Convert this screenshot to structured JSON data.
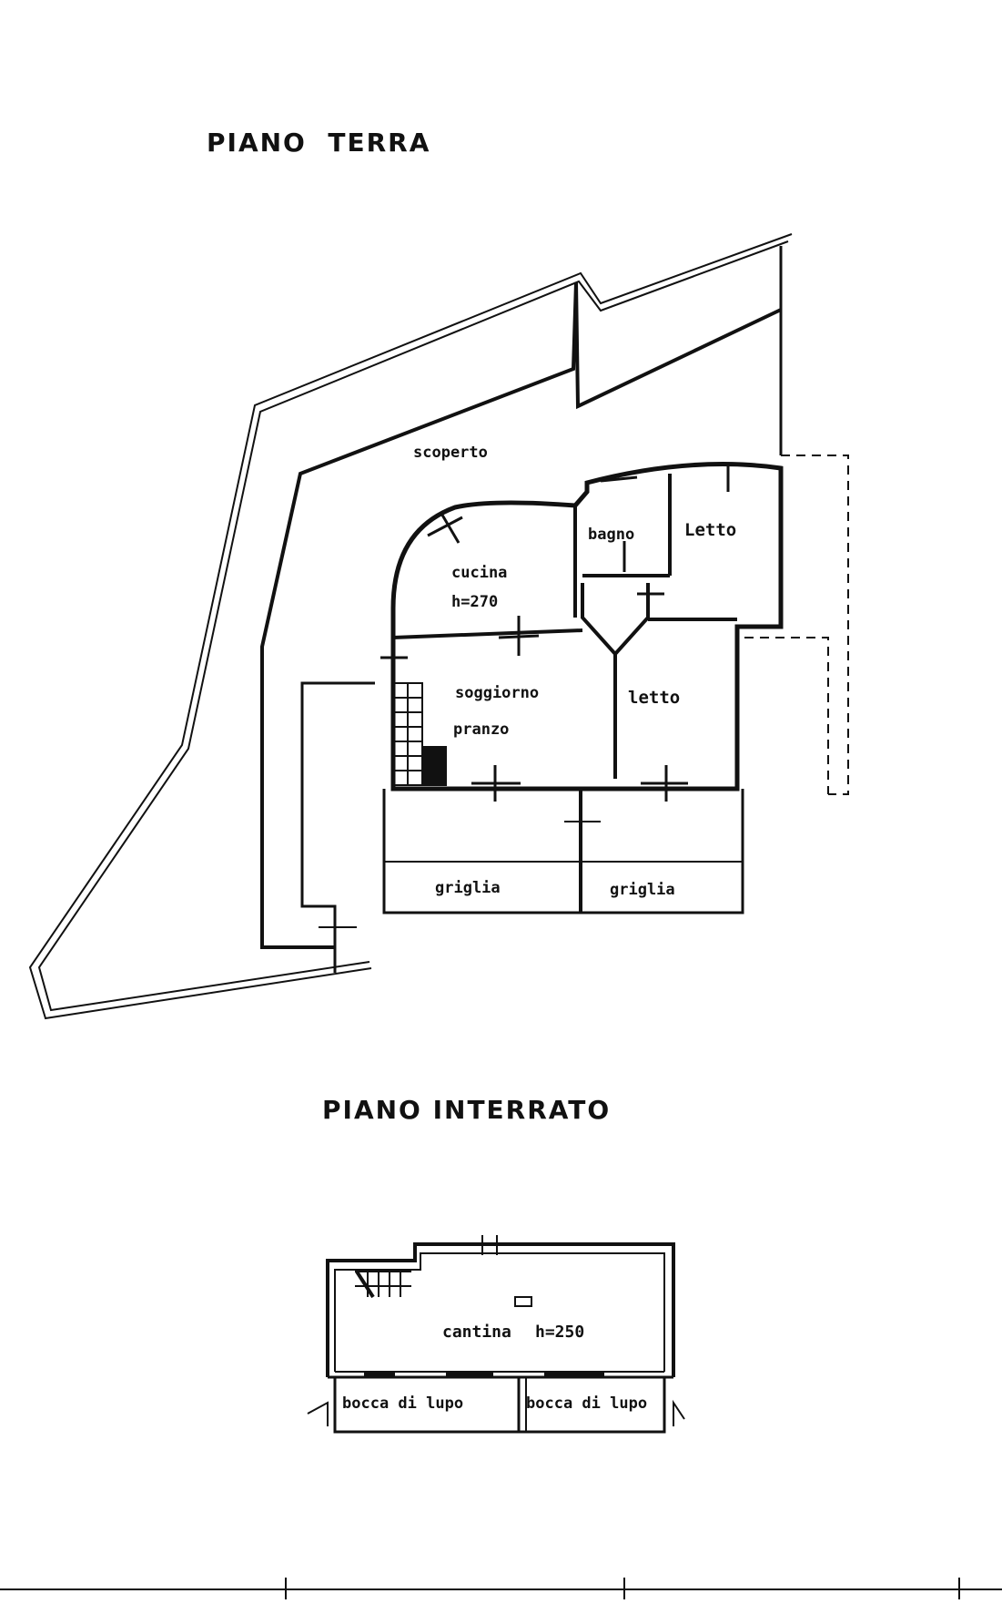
{
  "ground_floor": {
    "title": "PIANO  TERRA",
    "rooms": {
      "scoperto": "scoperto",
      "bagno": "bagno",
      "letto_1": "Letto",
      "cucina": "cucina",
      "cucina_height": "h=270",
      "soggiorno": "soggiorno",
      "pranzo": "pranzo",
      "letto_2": "letto",
      "griglia_1": "griglia",
      "griglia_2": "griglia"
    }
  },
  "basement": {
    "title": "PIANO INTERRATO",
    "rooms": {
      "cantina": "cantina",
      "cantina_height": "h=250",
      "bocca_1": "bocca di lupo",
      "bocca_2": "bocca di lupo"
    }
  },
  "colors": {
    "ink": "#111111",
    "paper": "#ffffff"
  }
}
